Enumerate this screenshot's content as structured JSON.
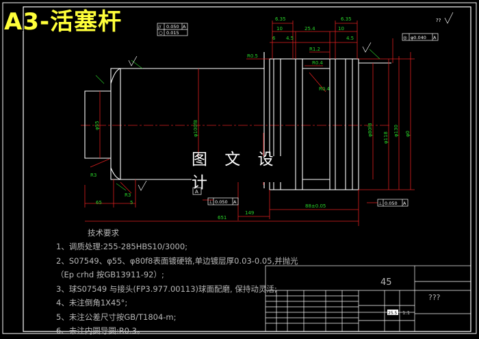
{
  "title": "A3-活塞杆",
  "watermark": "图 文 设 计",
  "tech_title": "技术要求",
  "notes": [
    "1、调质处理:255-285HBS10/3000;",
    "2、S07549、φ55、φ80f8表面镀硬铬,单边镀层厚0.03-0.05,并抛光",
    "（Ep crhd 按GB13911-92）;",
    "3、球S07549 与接头(FP3.977.00113)球面配磨, 保持动灵活;",
    "4、未注倒角1X45°;",
    "5、未注公差尺寸按GB/T1804-m;",
    "6、未注内圆导圆:R0.3。"
  ],
  "fcf_top": {
    "row1_sym": "//",
    "row1_val": "0.050",
    "row1_ref": "A",
    "row2_sym": "○",
    "row2_val": "0.015"
  },
  "fcf_right": {
    "sym": "◎",
    "val": "φ0.040",
    "ref": "A"
  },
  "fcf_bottom_left": {
    "sym": "⊥",
    "val": "0.050",
    "ref": "A"
  },
  "fcf_bottom_right": {
    "sym": "⊥",
    "val": "0.050",
    "ref": "A"
  },
  "datum": "A",
  "roughness_corner": "??",
  "dims": {
    "d1": "6.35",
    "d2": "6.35",
    "d3": "10",
    "d4": "10",
    "d5": "25.4",
    "d6": "6",
    "d7": "4.5",
    "d8": "4.5",
    "r05": "R0.5",
    "r12": "R1.2",
    "r04a": "R0.4",
    "r04b": "R0.4",
    "r3a": "R3",
    "r3b": "R3",
    "phi55": "φ55",
    "phi80": "φ80f8",
    "phi100": "φ100f8",
    "phi118": "φ118",
    "phi130": "φ130",
    "phi2": "φ0",
    "len65": "65",
    "len5": "5",
    "len651": "651",
    "len149": "149",
    "len88": "88±0.05"
  },
  "titleblock": {
    "scale_big": "45",
    "name": "???",
    "scale": "1:1",
    "ratio": "25.5"
  }
}
